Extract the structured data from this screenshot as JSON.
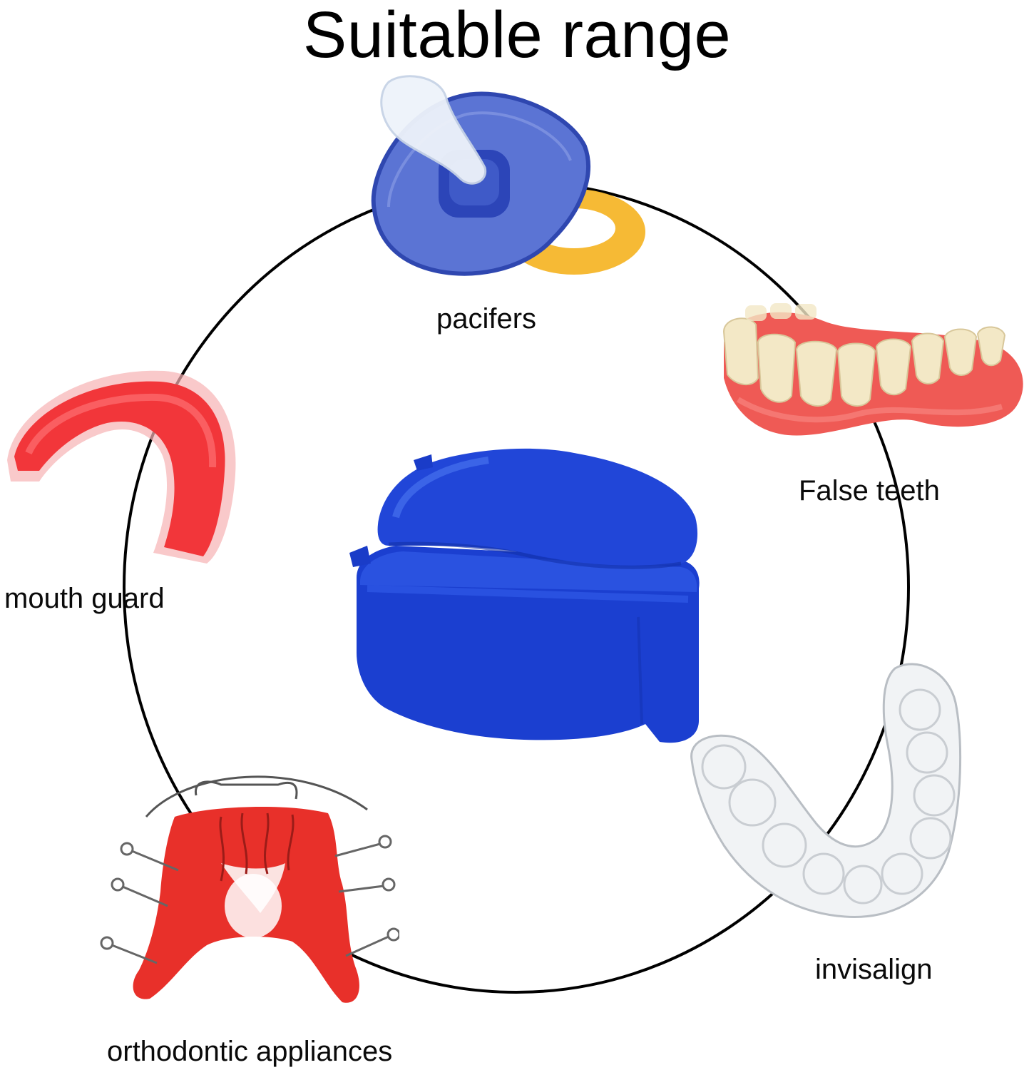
{
  "title": "Suitable range",
  "center_product": {
    "name": "denture-box",
    "color": "#1a3fd6"
  },
  "items": [
    {
      "id": "pacifiers",
      "label": "pacifers",
      "colors": {
        "shield": "#4d6ad0",
        "ring": "#f5b62a",
        "nipple": "#e6eef7"
      }
    },
    {
      "id": "false-teeth",
      "label": "False teeth",
      "colors": {
        "gum": "#ef5a55",
        "teeth": "#f3e7c4"
      }
    },
    {
      "id": "mouth-guard",
      "label": "mouth guard",
      "colors": {
        "body": "#f2363a"
      }
    },
    {
      "id": "invisalign",
      "label": "invisalign",
      "colors": {
        "body": "#eef0f2"
      }
    },
    {
      "id": "orthodontic-appliances",
      "label": "orthodontic appliances",
      "colors": {
        "body": "#e8302a",
        "wire": "#6b6b6b"
      }
    }
  ],
  "ring_color": "#000000"
}
